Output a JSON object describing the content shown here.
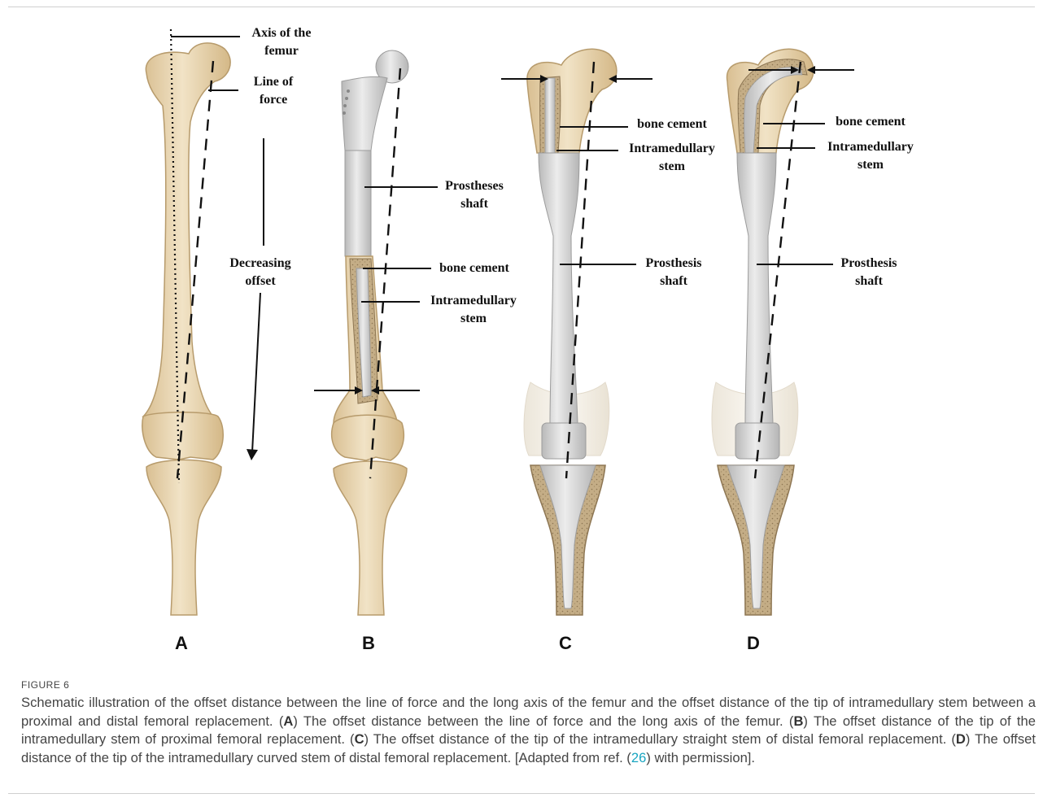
{
  "figure": {
    "number_label": "FIGURE 6",
    "panel_letters": [
      "A",
      "B",
      "C",
      "D"
    ],
    "labels": {
      "axis_line1": "Axis of the",
      "axis_line2": "femur",
      "force_line1": "Line of",
      "force_line2": "force",
      "decreasing_line1": "Decreasing",
      "decreasing_line2": "offset",
      "b_shaft_line1": "Prostheses",
      "b_shaft_line2": "shaft",
      "b_cement": "bone cement",
      "b_stem_line1": "Intramedullary",
      "b_stem_line2": "stem",
      "c_cement": "bone cement",
      "c_stem_line1": "Intramedullary",
      "c_stem_line2": "stem",
      "c_shaft_line1": "Prosthesis",
      "c_shaft_line2": "shaft",
      "d_cement": "bone cement",
      "d_stem_line1": "Intramedullary",
      "d_stem_line2": "stem",
      "d_shaft_line1": "Prosthesis",
      "d_shaft_line2": "shaft"
    },
    "colors": {
      "bone": "#ecd9b6",
      "bone_edge": "#b79b6c",
      "metal": "#d6d6d6",
      "cement": "#b19a74",
      "ref_link": "#18a5c1"
    }
  },
  "caption": {
    "p1": "Schematic illustration of the offset distance between the line of force and the long axis of the femur and the offset distance of the tip of intramedullary stem between a proximal and distal femoral replacement. (",
    "a": "A",
    "p2": ") The offset distance between the line of force and the long axis of the femur. (",
    "b": "B",
    "p3": ") The offset distance of the tip of the intramedullary stem of proximal femoral replacement. (",
    "c": "C",
    "p4": ") The offset distance of the tip of the intramedullary straight stem of distal femoral replacement. (",
    "d": "D",
    "p5": ") The offset distance of the tip of the intramedullary curved stem of distal femoral replacement. [Adapted from ref. (",
    "ref": "26",
    "p6": ") with permission]."
  }
}
